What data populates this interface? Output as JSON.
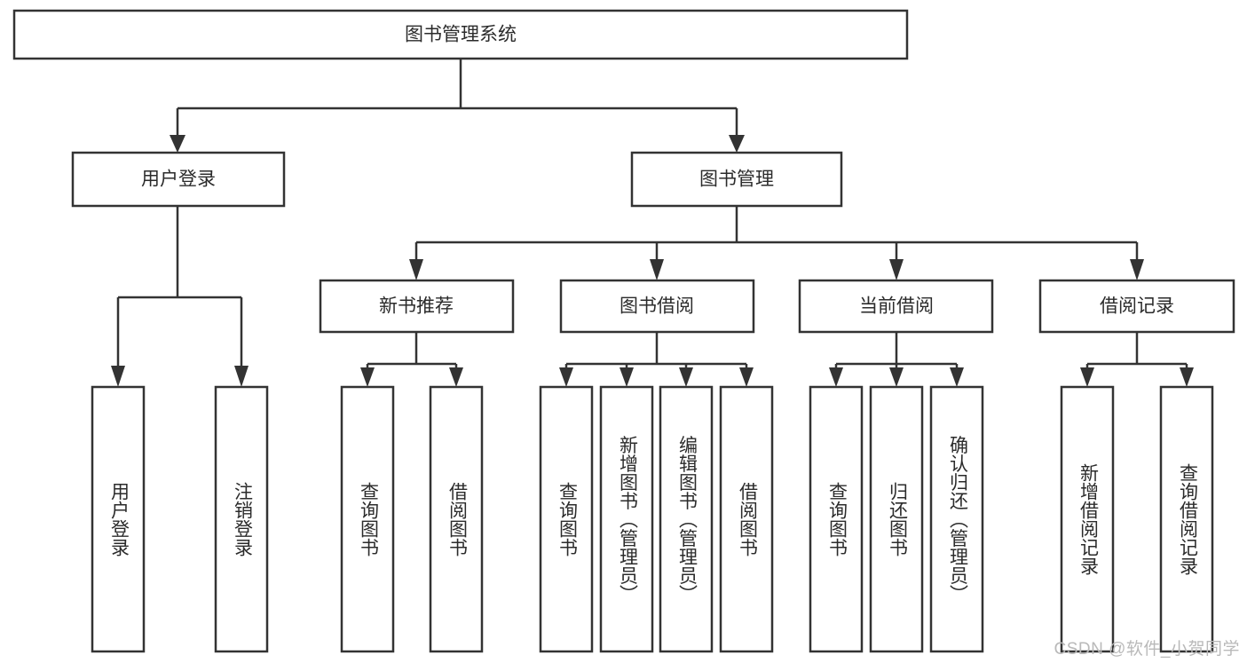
{
  "diagram": {
    "type": "tree",
    "title": "图书管理系统",
    "orientation": "top-down",
    "watermark": "CSDN @软件_小贺同学",
    "colors": {
      "box_stroke": "#333333",
      "box_fill": "#ffffff",
      "text": "#2b2b2b",
      "connector": "#333333",
      "watermark": "#b9b9b9",
      "background": "#ffffff"
    },
    "nodes": {
      "root": {
        "label": "图书管理系统"
      },
      "level2": [
        {
          "label": "用户登录"
        },
        {
          "label": "图书管理"
        }
      ],
      "level3": [
        {
          "label": "新书推荐"
        },
        {
          "label": "图书借阅"
        },
        {
          "label": "当前借阅"
        },
        {
          "label": "借阅记录"
        }
      ],
      "leaves": {
        "user_login": [
          {
            "label": "用户登录"
          },
          {
            "label": "注销登录"
          }
        ],
        "new_book_recommend": [
          {
            "label": "查询图书"
          },
          {
            "label": "借阅图书"
          }
        ],
        "book_borrow": [
          {
            "label": "查询图书"
          },
          {
            "label": "新增图书（管理员）"
          },
          {
            "label": "编辑图书（管理员）"
          },
          {
            "label": "借阅图书"
          }
        ],
        "current_borrow": [
          {
            "label": "查询图书"
          },
          {
            "label": "归还图书"
          },
          {
            "label": "确认归还（管理员）"
          }
        ],
        "borrow_record": [
          {
            "label": "新增借阅记录"
          },
          {
            "label": "查询借阅记录"
          }
        ]
      }
    }
  }
}
